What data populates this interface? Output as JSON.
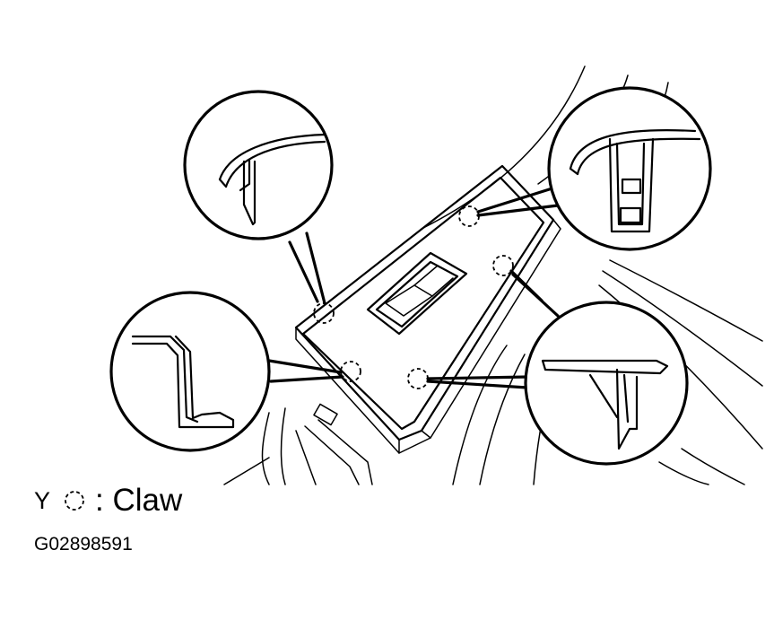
{
  "legend": {
    "mark": "Y",
    "claw_symbol": "dashed-circle-icon",
    "label": ": Claw"
  },
  "figure_code": "G02898591"
}
